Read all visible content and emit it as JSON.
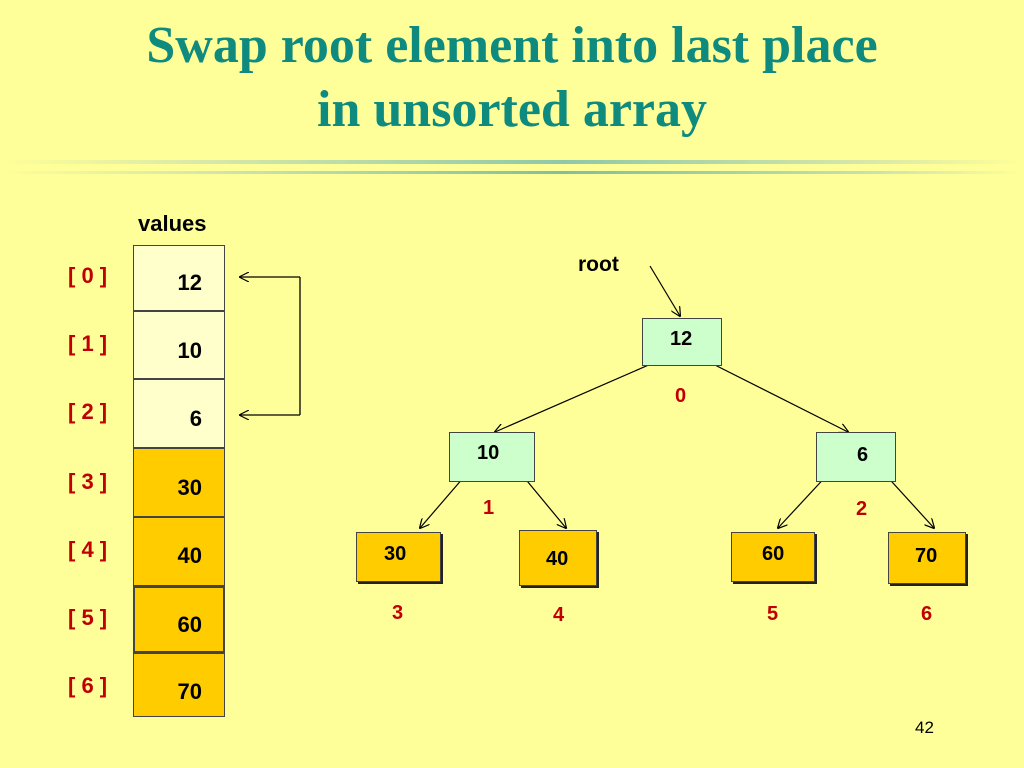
{
  "title": {
    "line1": "Swap root element into last place",
    "line2": "in unsorted array"
  },
  "array": {
    "header": "values",
    "index_labels": [
      "[ 0 ]",
      "[ 1 ]",
      "[ 2 ]",
      "[ 3 ]",
      "[ 4 ]",
      "[ 5 ]",
      "[ 6 ]"
    ],
    "values": [
      "12",
      "10",
      "6",
      "30",
      "40",
      "60",
      "70"
    ]
  },
  "tree": {
    "root_label": "root",
    "nodes": [
      {
        "value": "12",
        "index": "0"
      },
      {
        "value": "10",
        "index": "1"
      },
      {
        "value": "6",
        "index": "2"
      },
      {
        "value": "30",
        "index": "3"
      },
      {
        "value": "40",
        "index": "4"
      },
      {
        "value": "60",
        "index": "5"
      },
      {
        "value": "70",
        "index": "6"
      }
    ]
  },
  "slide_number": "42",
  "colors": {
    "title": "#0e8a7e",
    "index": "#c00000",
    "unsorted_fill": "#ffffcc",
    "sorted_fill": "#ffcc00",
    "tree_top_fill": "#ccffcc",
    "background": "#ffff99"
  }
}
